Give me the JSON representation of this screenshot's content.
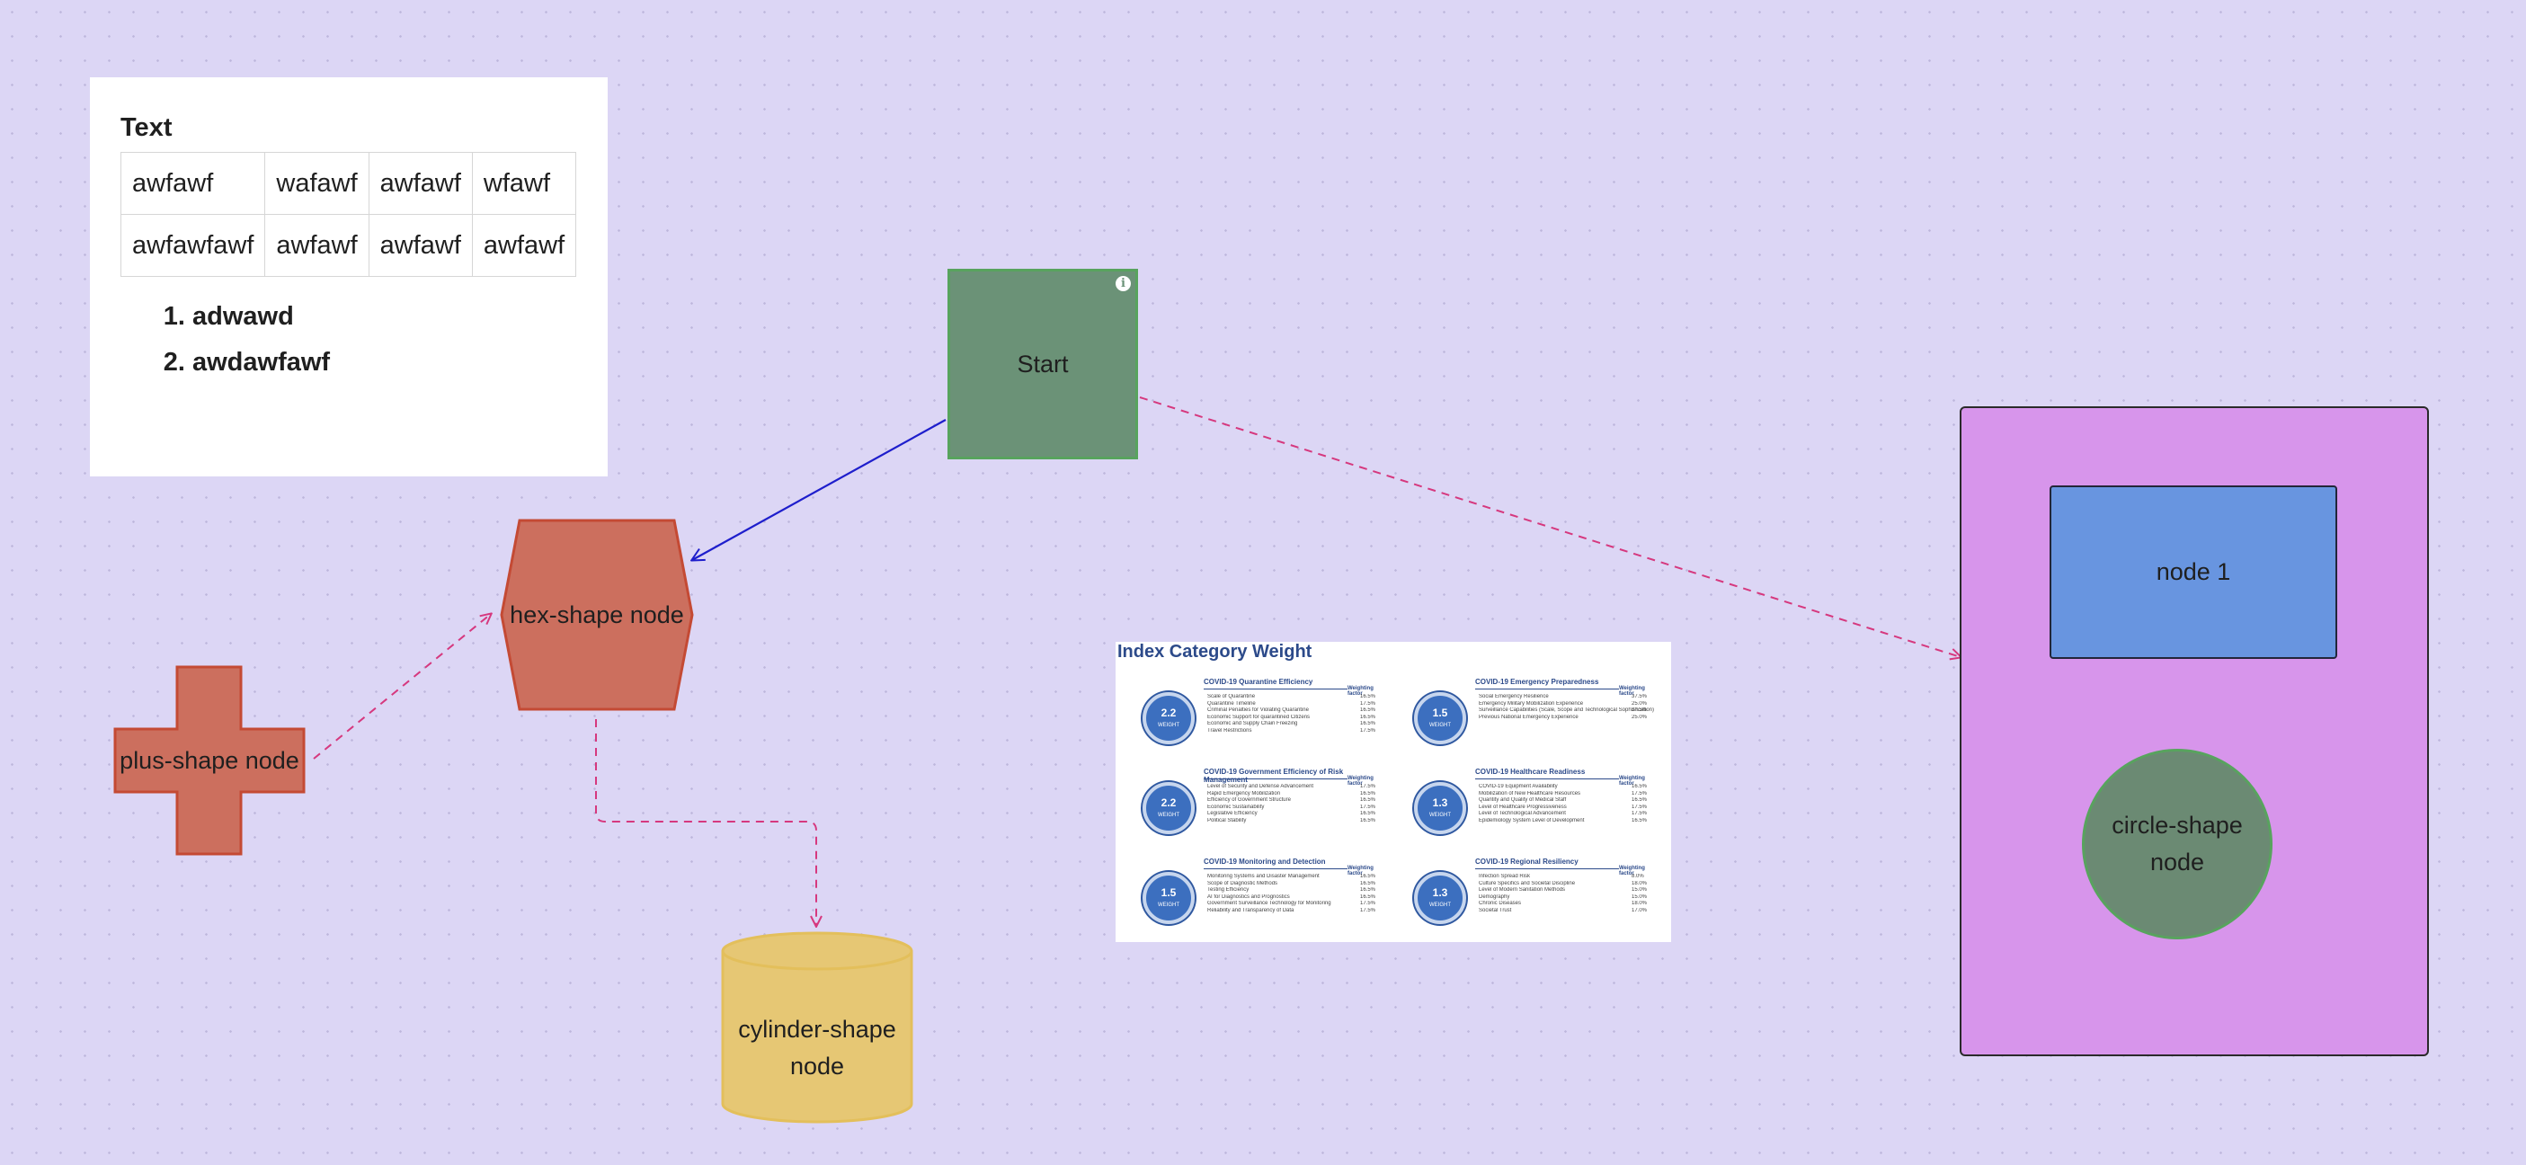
{
  "text_card": {
    "title": "Text",
    "table": [
      [
        "awfawf",
        "wafawf",
        "awfawf",
        "wfawf"
      ],
      [
        "awfawfawf",
        "awfawf",
        "awfawf",
        "awfawf"
      ]
    ],
    "list": [
      "adwawd",
      "awdawfawf"
    ]
  },
  "nodes": {
    "start": "Start",
    "hex": "hex-shape node",
    "plus": "plus-shape node",
    "cylinder": "cylinder-shape node",
    "node1": "node 1",
    "circle": "circle-shape node"
  },
  "image_card": {
    "title": "Index Category Weight",
    "weighting_label": "Weighting factor",
    "badge_label": "WEIGHT",
    "categories": [
      {
        "weight": "2.2",
        "title": "COVID-19 Quarantine Efficiency",
        "items": [
          [
            "Scale of Quarantine",
            "16.5%"
          ],
          [
            "Quarantine Timeline",
            "17.5%"
          ],
          [
            "Criminal Penalties for Violating Quarantine",
            "16.5%"
          ],
          [
            "Economic Support for quarantined Citizens",
            "16.5%"
          ],
          [
            "Economic and Supply Chain Freezing",
            "16.5%"
          ],
          [
            "Travel Restrictions",
            "17.5%"
          ]
        ]
      },
      {
        "weight": "1.5",
        "title": "COVID-19 Emergency Preparedness",
        "items": [
          [
            "Social Emergency Resilience",
            "37.5%"
          ],
          [
            "Emergency Military Mobilization Experience",
            "25.0%"
          ],
          [
            "Surveillance Capabilities (Scale, Scope and Technological Sophistication)",
            "37.5%"
          ],
          [
            "Previous National Emergency Experience",
            "25.0%"
          ]
        ]
      },
      {
        "weight": "2.2",
        "title": "COVID-19 Government Efficiency of Risk Management",
        "items": [
          [
            "Level of Security and Defense Advancement",
            "17.5%"
          ],
          [
            "Rapid Emergency Mobilization",
            "16.5%"
          ],
          [
            "Efficiency of Government Structure",
            "16.5%"
          ],
          [
            "Economic Sustainability",
            "17.5%"
          ],
          [
            "Legislative Efficiency",
            "16.5%"
          ],
          [
            "Political Stability",
            "16.5%"
          ]
        ]
      },
      {
        "weight": "1.3",
        "title": "COVID-19 Healthcare Readiness",
        "items": [
          [
            "COVID-19 Equipment Availability",
            "16.5%"
          ],
          [
            "Mobilization of New Healthcare Resources",
            "17.5%"
          ],
          [
            "Quantity and Quality of Medical Staff",
            "16.5%"
          ],
          [
            "Level of Healthcare Progressiveness",
            "17.5%"
          ],
          [
            "Level of Technological Advancement",
            "17.5%"
          ],
          [
            "Epidemiology System Level of Development",
            "16.5%"
          ]
        ]
      },
      {
        "weight": "1.5",
        "title": "COVID-19 Monitoring and Detection",
        "items": [
          [
            "Monitoring Systems and Disaster Management",
            "16.5%"
          ],
          [
            "Scope of Diagnostic Methods",
            "16.5%"
          ],
          [
            "Testing Efficiency",
            "16.5%"
          ],
          [
            "AI for Diagnostics and Prognostics",
            "16.5%"
          ],
          [
            "Government Surveillance Technology for Monitoring",
            "17.5%"
          ],
          [
            "Reliability and Transparency of Data",
            "17.5%"
          ]
        ]
      },
      {
        "weight": "1.3",
        "title": "COVID-19 Regional Resiliency",
        "items": [
          [
            "Infection Spread Risk",
            "8.0%"
          ],
          [
            "Culture Specifics and Societal Discipline",
            "18.0%"
          ],
          [
            "Level of Modern Sanitation Methods",
            "15.0%"
          ],
          [
            "Demography",
            "15.0%"
          ],
          [
            "Chronic Diseases",
            "18.0%"
          ],
          [
            "Societal Trust",
            "17.0%"
          ]
        ]
      }
    ]
  },
  "colors": {
    "background": "#dcd6f5",
    "start_fill": "#6b9277",
    "shape_fill": "#cc6f5e",
    "cylinder_fill": "#e6c774",
    "container_fill": "#d795eb",
    "node1_fill": "#6895e0",
    "circle_fill": "#6b8a73",
    "edge_pink": "#d6387e",
    "edge_blue": "#1e1ecc",
    "edge_purple": "#5a1e7a"
  }
}
